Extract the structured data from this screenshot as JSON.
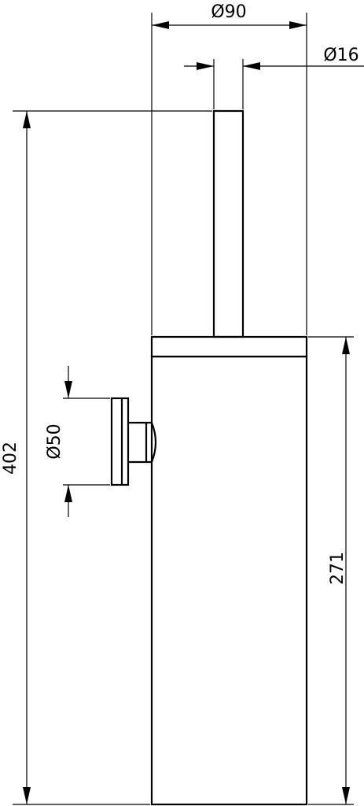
{
  "dimensions": {
    "body_diameter": "Ø90",
    "handle_diameter": "Ø16",
    "total_height": "402",
    "container_height": "271",
    "wall_mount_diameter": "Ø50"
  },
  "colors": {
    "line": "#000000",
    "background": "#ffffff"
  }
}
